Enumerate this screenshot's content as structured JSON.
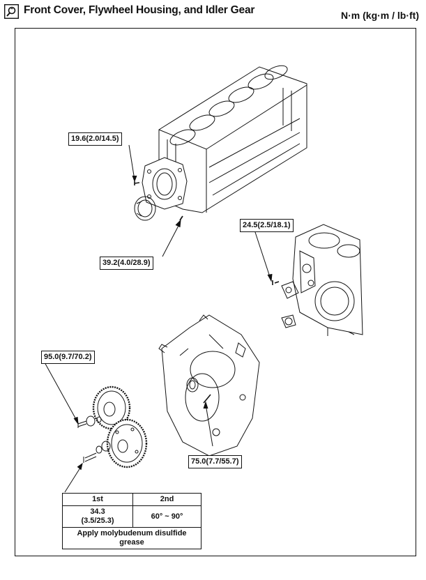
{
  "header": {
    "title": "Front Cover, Flywheel Housing, and Idler Gear",
    "units": "N·m (kg·m / lb·ft)"
  },
  "torque_labels": [
    {
      "id": "front-cover-bolt",
      "text": "19.6(2.0/14.5)"
    },
    {
      "id": "cover-lower-bolt",
      "text": "39.2(4.0/28.9)"
    },
    {
      "id": "housing-upper-bolt",
      "text": "24.5(2.5/18.1)"
    },
    {
      "id": "idler-gear-bolt",
      "text": "95.0(9.7/70.2)"
    },
    {
      "id": "flywheel-housing-bolt",
      "text": "75.0(7.7/55.7)"
    }
  ],
  "spec_table": {
    "header_1st": "1st",
    "header_2nd": "2nd",
    "first_value": "34.3",
    "first_sub": "(3.5/25.3)",
    "second_value": "60° ~ 90°",
    "note": "Apply molybudenum disulfide grease"
  }
}
